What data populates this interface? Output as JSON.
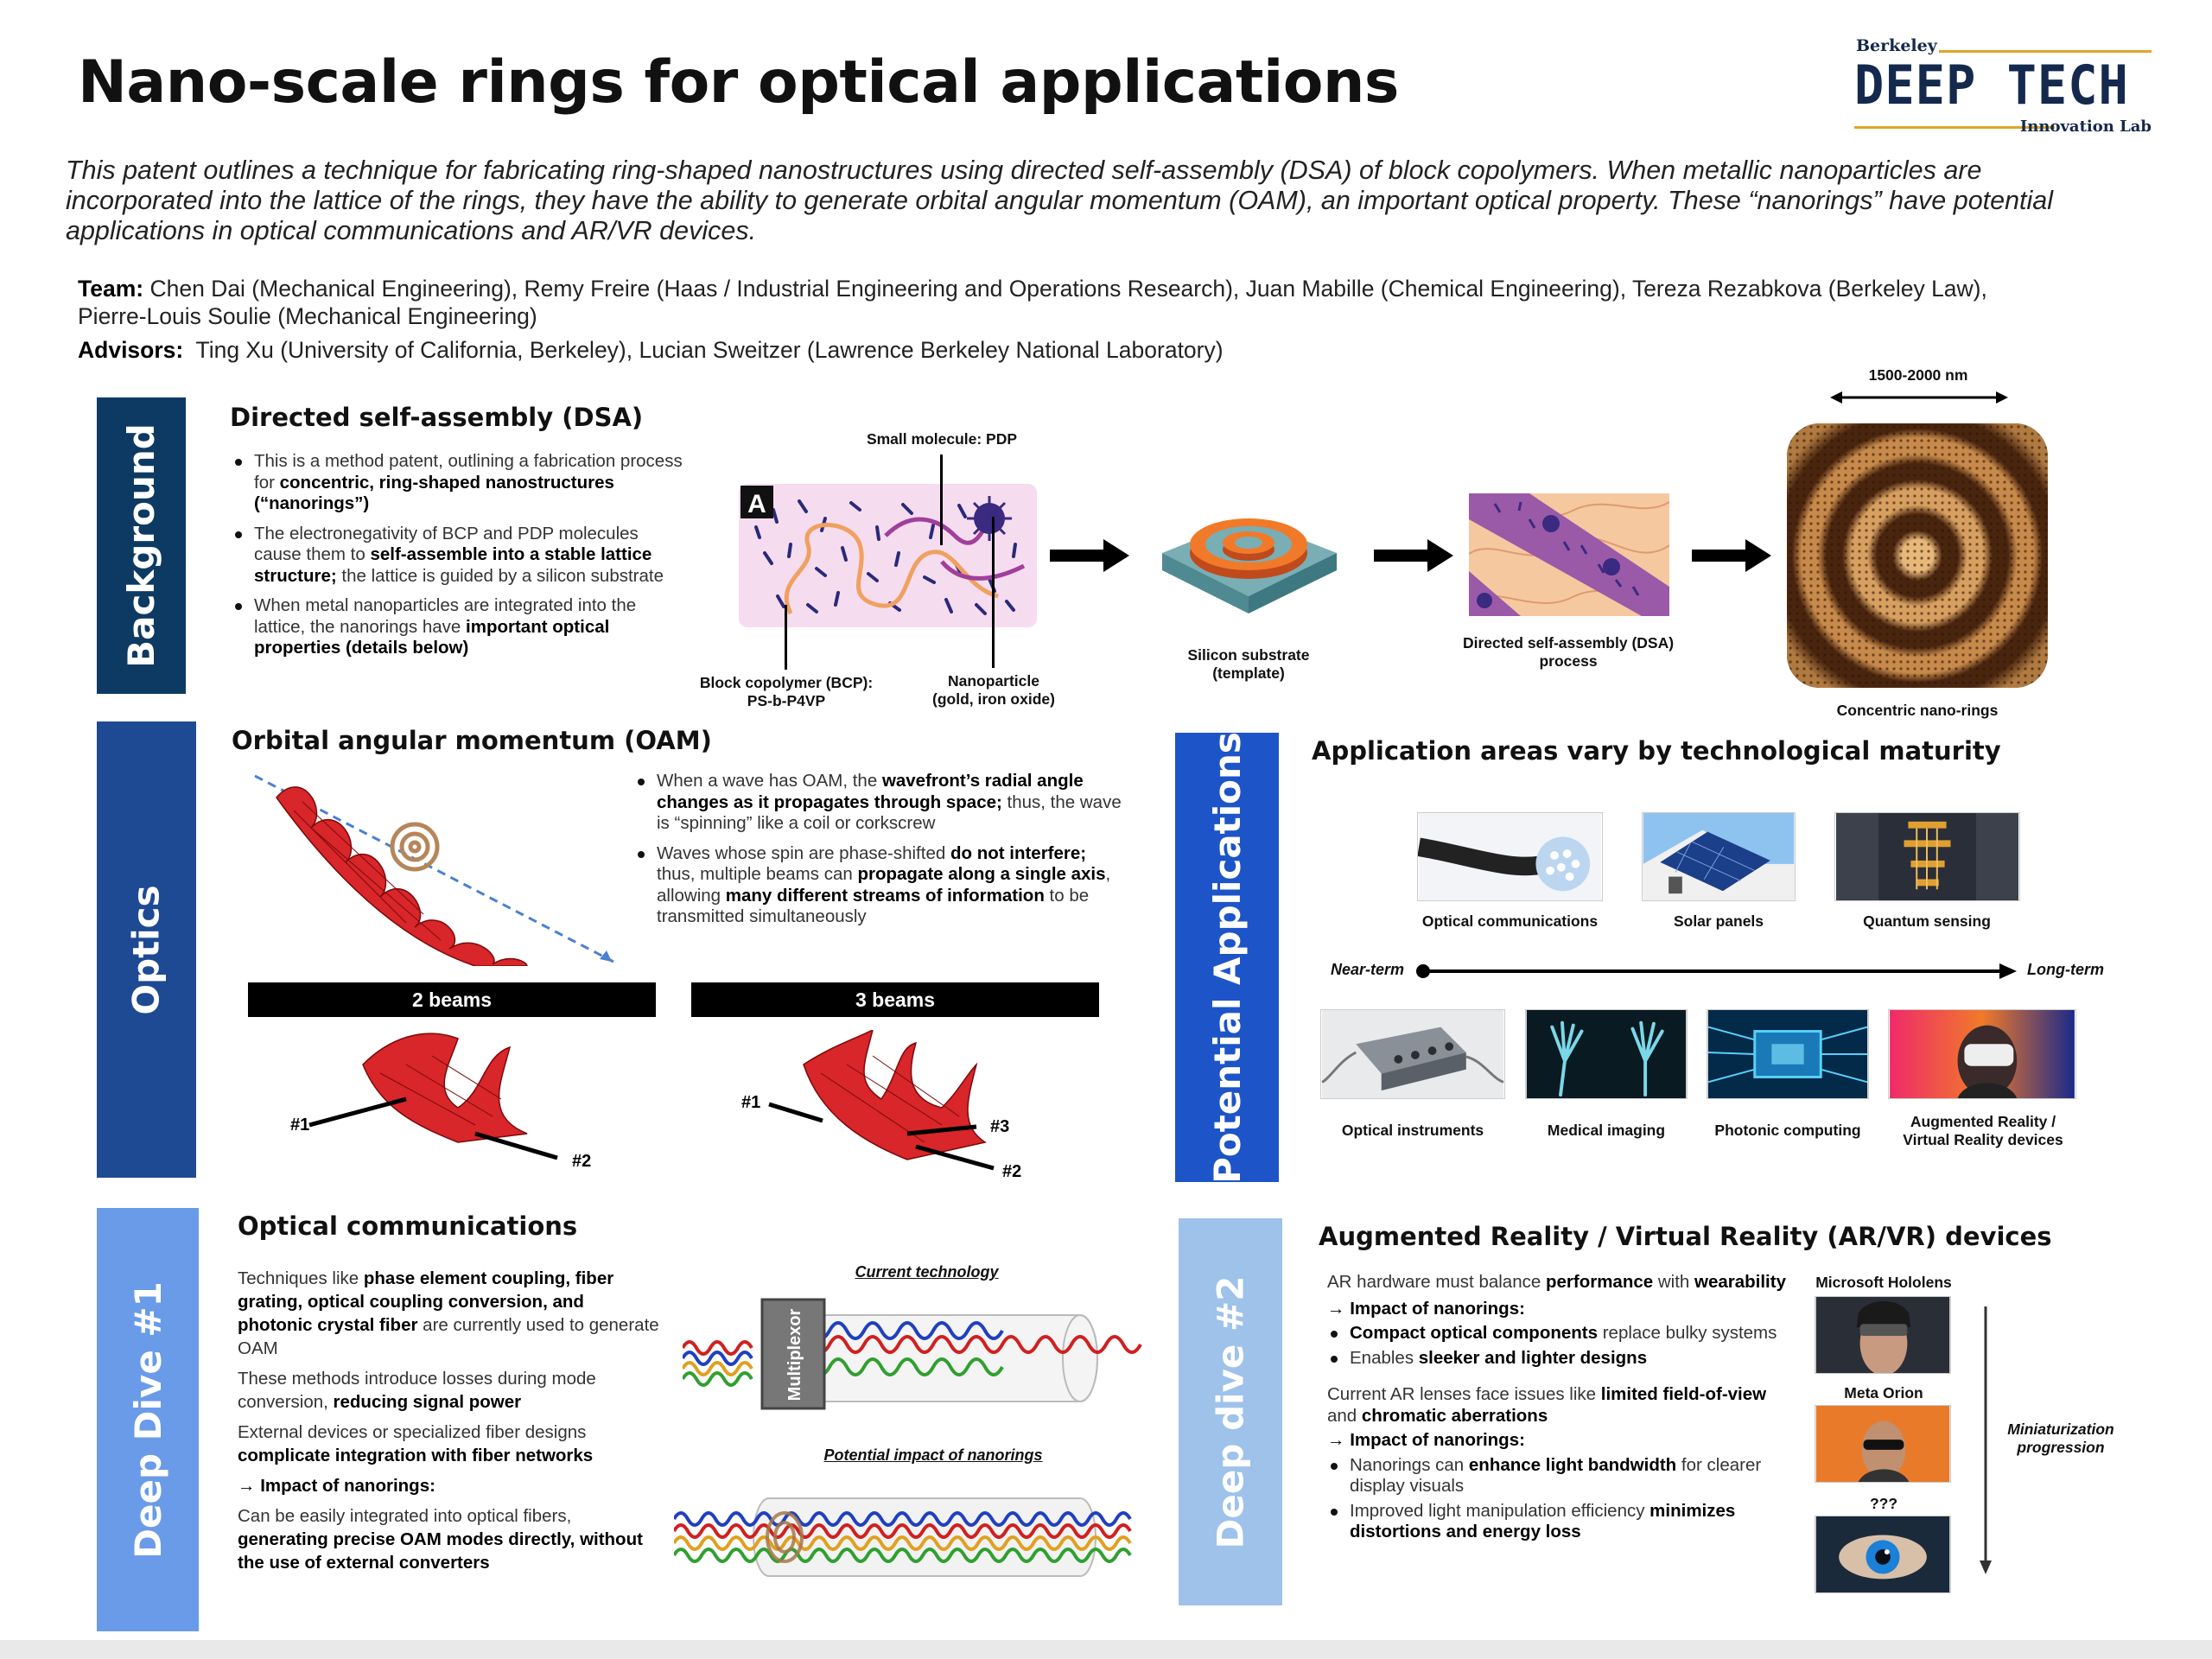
{
  "title": "Nano-scale rings for optical applications",
  "logo": {
    "top": "Berkeley",
    "main": "DEEP TECH",
    "bottom": "Innovation Lab"
  },
  "intro": "This patent outlines a technique for fabricating ring-shaped nanostructures using directed self-assembly (DSA) of block copolymers. When metallic nanoparticles are incorporated into the lattice of the rings, they have the ability to generate orbital angular momentum (OAM), an important optical property. These “nanorings” have potential applications in optical communications and AR/VR devices.",
  "team": {
    "label": "Team:",
    "text": "Chen Dai (Mechanical Engineering), Remy Freire (Haas / Industrial Engineering and Operations Research), Juan Mabille (Chemical Engineering), Tereza Rezabkova (Berkeley Law), Pierre-Louis Soulie (Mechanical Engineering)"
  },
  "advisors": {
    "label": "Advisors:",
    "text": "Ting Xu (University of California, Berkeley), Lucian Sweitzer (Lawrence Berkeley National Laboratory)"
  },
  "colors": {
    "navy": "#0d3a63",
    "blue_mid": "#1e4a93",
    "blue_bright": "#1d55c8",
    "blue_light": "#6a9be8",
    "blue_pale": "#9ec2ea",
    "gold": "#e0a526"
  },
  "background": {
    "bar": "Background",
    "heading": "Directed self-assembly (DSA)",
    "b1_pre": "This is a method patent, outlining a fabrication process for ",
    "b1_bold": "concentric, ring-shaped nanostructures (“nanorings”)",
    "b2_pre": "The electronegativity of BCP and PDP molecules cause them to ",
    "b2_bold": "self-assemble into a stable lattice structure;",
    "b2_post": " the lattice is guided by a silicon substrate",
    "b3_pre": "When metal nanoparticles are integrated into the lattice, the nanorings have ",
    "b3_bold": "important optical properties (details below)",
    "fig_letter": "A",
    "lbl_pdp": "Small molecule: PDP",
    "lbl_bcp1": "Block copolymer (BCP):",
    "lbl_bcp2": "PS-b-P4VP",
    "lbl_np1": "Nanoparticle",
    "lbl_np2": "(gold, iron oxide)",
    "lbl_si1": "Silicon substrate",
    "lbl_si2": "(template)",
    "lbl_dsa1": "Directed self-assembly (DSA)",
    "lbl_dsa2": "process",
    "lbl_rings": "Concentric nano-rings",
    "lbl_size": "1500-2000 nm"
  },
  "optics": {
    "bar": "Optics",
    "heading": "Orbital angular momentum (OAM)",
    "b1_pre": "When a wave has OAM, the ",
    "b1_bold": "wavefront’s radial angle changes as it propagates through space;",
    "b1_post": " thus, the wave is “spinning” like a coil or corkscrew",
    "b2_pre": "Waves whose spin are phase-shifted ",
    "b2_bold": "do not interfere;",
    "b2_mid": " thus, multiple beams can ",
    "b2_bold2": "propagate along a single axis",
    "b2_mid2": ", allowing ",
    "b2_bold3": "many different streams of information",
    "b2_post": " to be transmitted simultaneously",
    "beams2": "2 beams",
    "beams3": "3 beams",
    "n1": "#1",
    "n2": "#2",
    "m1": "#1",
    "m2": "#2",
    "m3": "#3"
  },
  "apps": {
    "bar": "Potential Applications",
    "heading": "Application areas vary by technological maturity",
    "near": "Near-term",
    "long": "Long-term",
    "top": [
      "Optical communications",
      "Solar panels",
      "Quantum sensing"
    ],
    "bottom": [
      "Optical instruments",
      "Medical imaging",
      "Photonic computing",
      "Augmented Reality /",
      "Virtual Reality devices"
    ]
  },
  "dd1": {
    "bar": "Deep Dive #1",
    "heading": "Optical communications",
    "p1_pre": "Techniques like ",
    "p1_bold": "phase element coupling, fiber grating, optical coupling conversion, and photonic crystal fiber",
    "p1_post": " are currently used to generate OAM",
    "p2_pre": "These methods introduce losses during mode conversion, ",
    "p2_bold": "reducing signal power",
    "p3_pre": "External devices or specialized fiber designs ",
    "p3_bold": "complicate integration with fiber networks",
    "p4": "→ Impact of nanorings:",
    "p5_pre": "Can be easily integrated into optical fibers, ",
    "p5_bold": "generating precise OAM modes directly, without the use of external converters",
    "cap_current": "Current technology",
    "cap_potential": "Potential impact of nanorings",
    "mux": "Multiplexor"
  },
  "dd2": {
    "bar": "Deep dive #2",
    "heading": "Augmented Reality / Virtual Reality (AR/VR) devices",
    "p1_pre": "AR hardware must balance ",
    "p1_bold": "performance",
    "p1_mid": " with ",
    "p1_bold2": "wearability",
    "impact": "→ Impact of nanorings:",
    "b1_bold": "Compact optical components",
    "b1_post": " replace bulky systems",
    "b2_pre": "Enables ",
    "b2_bold": "sleeker and lighter designs",
    "p2_pre": "Current AR lenses face issues like ",
    "p2_bold": "limited field-of-view",
    "p2_mid": " and ",
    "p2_bold2": "chromatic aberrations",
    "impact2": "→ Impact of nanorings:",
    "b3_pre": "Nanorings can ",
    "b3_bold": "enhance light bandwidth",
    "b3_post": " for clearer display visuals",
    "b4_pre": "Improved light manipulation efficiency ",
    "b4_bold": "minimizes distortions and energy loss",
    "dev1": "Microsoft Hololens",
    "dev2": "Meta Orion",
    "dev3": "???",
    "mini1": "Miniaturization",
    "mini2": "progression"
  }
}
